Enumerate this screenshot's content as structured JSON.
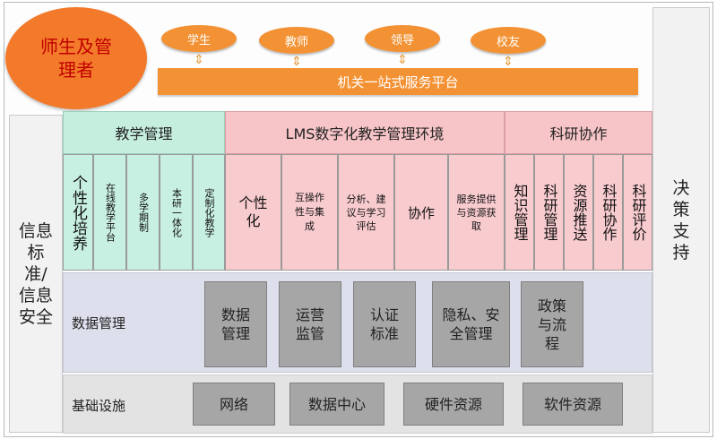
{
  "left_side": "信息标准/信息安全",
  "right_side": "决策支持",
  "top": {
    "circle": "师生及管理者",
    "roles": [
      "学生",
      "教师",
      "领导",
      "校友"
    ],
    "platform": "机关一站式服务平台"
  },
  "teaching": {
    "title": "教学管理",
    "items": [
      "个性化培养",
      "在线教学平台",
      "多学期制",
      "本研一体化",
      "定制化教学"
    ]
  },
  "lms": {
    "title": "LMS数字化教学管理环境",
    "items": [
      "个性化",
      "互操作性与集成",
      "分析、建议与学习评估",
      "协作",
      "服务提供与资源获取"
    ]
  },
  "research": {
    "title": "科研协作",
    "items": [
      "知识管理",
      "科研管理",
      "资源推送",
      "科研协作",
      "科研评价"
    ]
  },
  "data_mgmt": {
    "label": "数据管理",
    "boxes": [
      "数据管理",
      "运营监管",
      "认证标准",
      "隐私、安全管理",
      "政策与流程"
    ]
  },
  "infra": {
    "label": "基础设施",
    "boxes": [
      "网络",
      "数据中心",
      "硬件资源",
      "软件资源"
    ]
  }
}
